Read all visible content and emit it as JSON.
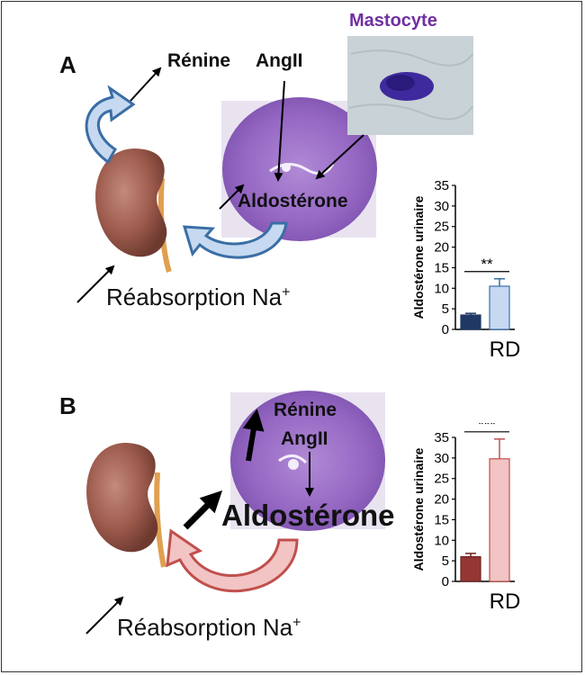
{
  "panel_a": {
    "label": "A",
    "renine": "Rénine",
    "angii": "AngII",
    "mastocyte": "Mastocyte",
    "aldosterone": "Aldostérone",
    "reabsorption": "Réabsorption Na",
    "superscript": "+"
  },
  "panel_b": {
    "label": "B",
    "renine": "Rénine",
    "angii": "AngII",
    "aldosterone": "Aldostérone",
    "reabsorption": "Réabsorption Na",
    "superscript": "+"
  },
  "colors": {
    "mastocyte_text": "#7030a0",
    "tissue": "#9a6fc4",
    "kidney": "#9c5a4c",
    "ureter": "#e0a050",
    "arrow_blue": "#3a6ea5",
    "arrow_red": "#c0504d",
    "bar_a_control": "#1f3864",
    "bar_a_rd": "#c6d9f1",
    "bar_b_control": "#943634",
    "bar_b_rd": "#f2c4c4"
  },
  "chart_data": [
    {
      "type": "bar",
      "categories": [
        "",
        "RD"
      ],
      "values": [
        3.5,
        10.5
      ],
      "errors": [
        0.4,
        1.8
      ],
      "ylabel": "Aldostérone urinaire",
      "ylim": [
        0,
        35
      ],
      "yticks": [
        "0",
        "5",
        "10",
        "15",
        "20",
        "25",
        "30",
        "35"
      ],
      "significance": "**"
    },
    {
      "type": "bar",
      "categories": [
        "",
        "RD"
      ],
      "values": [
        6,
        29.8
      ],
      "errors": [
        0.8,
        4.8
      ],
      "ylabel": "Aldostérone urinaire",
      "ylim": [
        0,
        35
      ],
      "yticks": [
        "0",
        "5",
        "10",
        "15",
        "20",
        "25",
        "30",
        "35"
      ],
      "significance": "***"
    }
  ]
}
